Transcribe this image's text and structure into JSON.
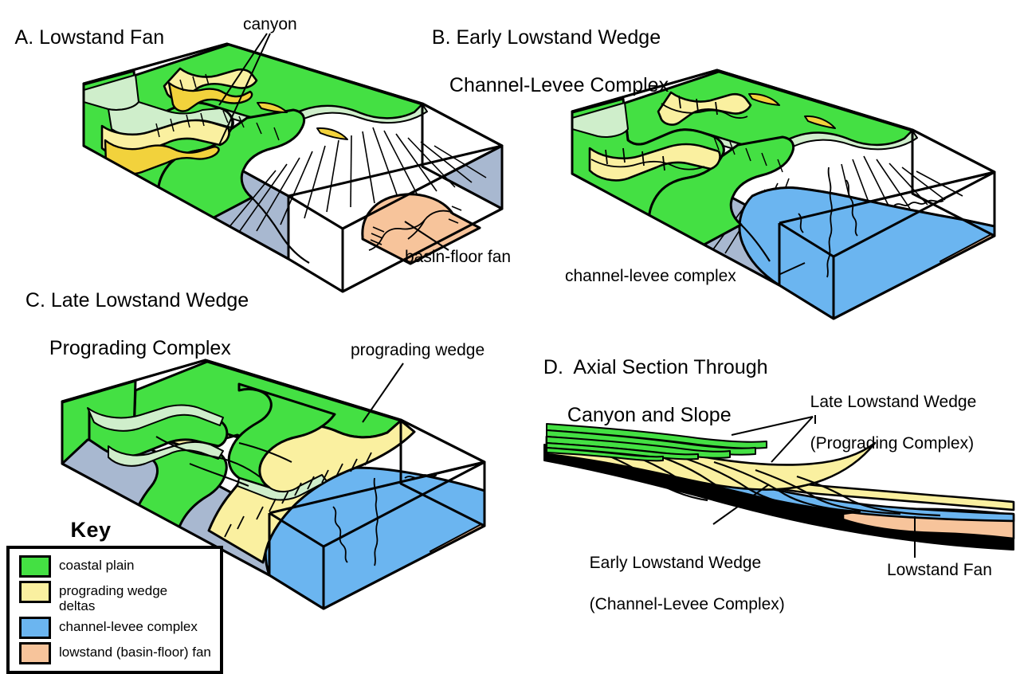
{
  "figure": {
    "title": "Lowstand systems tract evolution block diagrams",
    "background": "#FFFFFF"
  },
  "panels": {
    "a": {
      "label": "A.",
      "title": "A. Lowstand Fan"
    },
    "b": {
      "label": "B.",
      "line1": "B. Early Lowstand Wedge",
      "line2": "Channel-Levee Complex"
    },
    "c": {
      "label": "C.",
      "line1": "C. Late Lowstand Wedge",
      "line2": "Prograding Complex"
    },
    "d": {
      "label": "D.",
      "line1": "D.  Axial Section Through",
      "line2": "Canyon and Slope"
    }
  },
  "annotations": {
    "canyon": "canyon",
    "basin_floor_fan": "basin-floor fan",
    "channel_levee_complex": "channel-levee complex",
    "prograding_wedge": "prograding wedge",
    "late_lowstand_wedge_l1": "Late Lowstand Wedge",
    "late_lowstand_wedge_l2": "(Prograding Complex)",
    "early_lowstand_wedge_l1": "Early Lowstand Wedge",
    "early_lowstand_wedge_l2": "(Channel-Levee Complex)",
    "lowstand_fan": "Lowstand Fan"
  },
  "key": {
    "heading": "Key",
    "items": [
      {
        "color": "#44E043",
        "label": "coastal plain"
      },
      {
        "color": "#FAF0A0",
        "label": "prograding wedge\ndeltas"
      },
      {
        "color": "#6BB5F0",
        "label": "channel-levee complex"
      },
      {
        "color": "#F7C49B",
        "label": "lowstand (basin-floor) fan"
      }
    ]
  },
  "colors": {
    "coastal_plain": "#44E043",
    "coastal_plain_pale": "#CFEECB",
    "prograding_wedge": "#FAF0A0",
    "prograding_wedge_deep": "#F2D23C",
    "channel_levee": "#6BB5F0",
    "lowstand_fan": "#F7C49B",
    "block_side": "#A8B8D0",
    "block_side_shadow": "#9AA9C2",
    "slope_white": "#FFFFFF",
    "outline": "#000000",
    "basement_black": "#000000"
  }
}
